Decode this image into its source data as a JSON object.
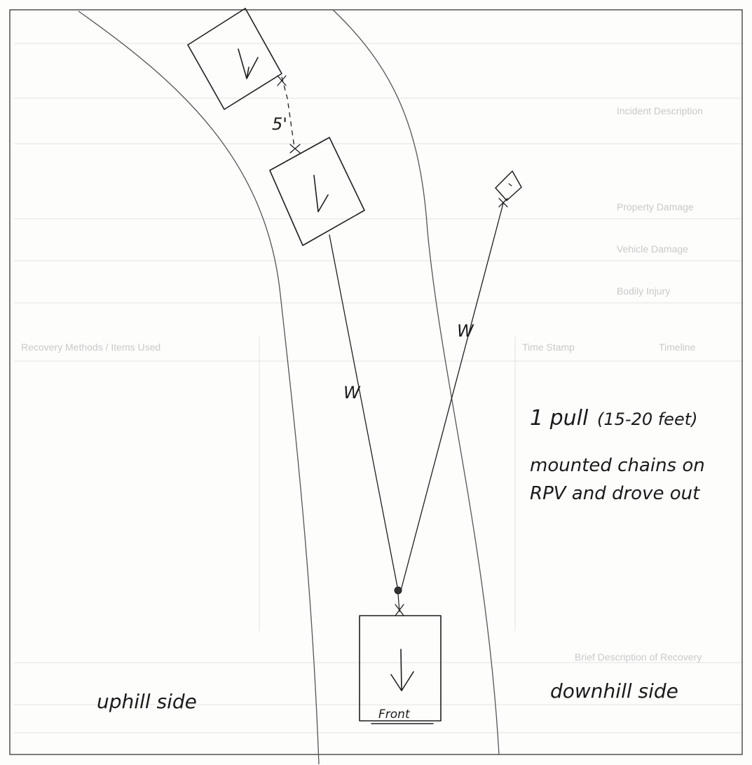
{
  "labels": {
    "pull_note_line1": "1 pull",
    "pull_note_range": "(15-20 feet)",
    "action_note_line1": "mounted chains on",
    "action_note_line2": "RPV and drove out",
    "uphill": "uphill side",
    "downhill": "downhill side",
    "front": "Front",
    "spacing": "5'",
    "winch_line_left": "W",
    "winch_line_right": "W"
  },
  "bleed_through": {
    "rows": [
      "Incident Description",
      "Property Damage",
      "Vehicle Damage",
      "Bodily Injury",
      "Timeline",
      "Time Stamp",
      "Recovery Methods / Items Used",
      "Brief Description of Recovery"
    ]
  }
}
